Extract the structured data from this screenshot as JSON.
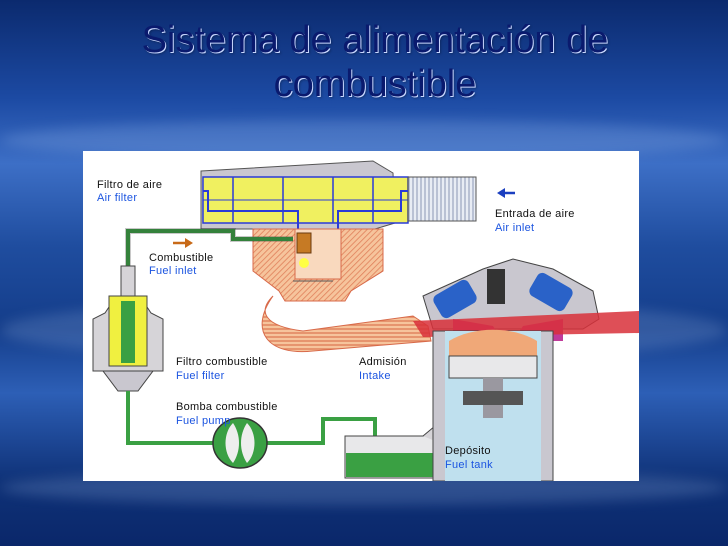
{
  "slide": {
    "title_line1": "Sistema de alimentación de",
    "title_line2": "combustible"
  },
  "labels": {
    "air_filter_es": "Filtro de aire",
    "air_filter_en": "Air filter",
    "air_inlet_es": "Entrada de aire",
    "air_inlet_en": "Air inlet",
    "fuel_inlet_es": "Combustible",
    "fuel_inlet_en": "Fuel inlet",
    "fuel_filter_es": "Filtro combustible",
    "fuel_filter_en": "Fuel filter",
    "intake_es": "Admisión",
    "intake_en": "Intake",
    "fuel_pump_es": "Bomba combustible",
    "fuel_pump_en": "Fuel pump",
    "fuel_tank_es": "Depósito",
    "fuel_tank_en": "Fuel tank"
  },
  "colors": {
    "title": "#0a1a6e",
    "english_label": "#1b54e0",
    "fuel_line": "#3aa043",
    "air_filter": "#f0f060",
    "intake_manifold": "#f0a878",
    "arrow": "#c86a18",
    "air_arrow": "#1b3fc0"
  }
}
